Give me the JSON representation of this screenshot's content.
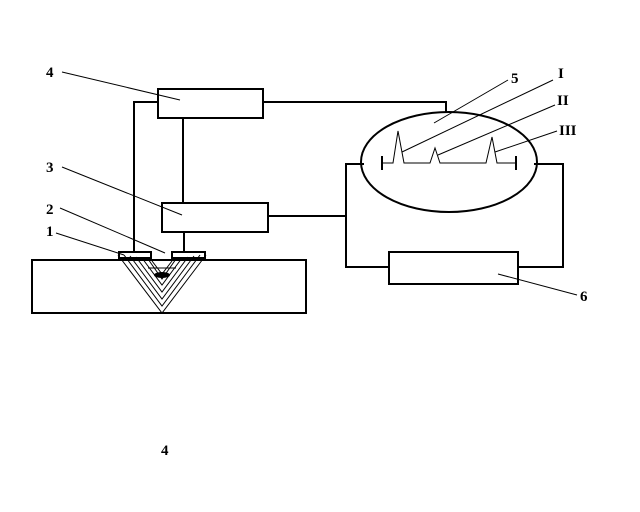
{
  "labels": {
    "l4": "4",
    "l3": "3",
    "l2": "2",
    "l1": "1",
    "l5": "5",
    "lI": "I",
    "lII": "II",
    "lIII": "III",
    "l6": "6"
  },
  "caption": "4"
}
